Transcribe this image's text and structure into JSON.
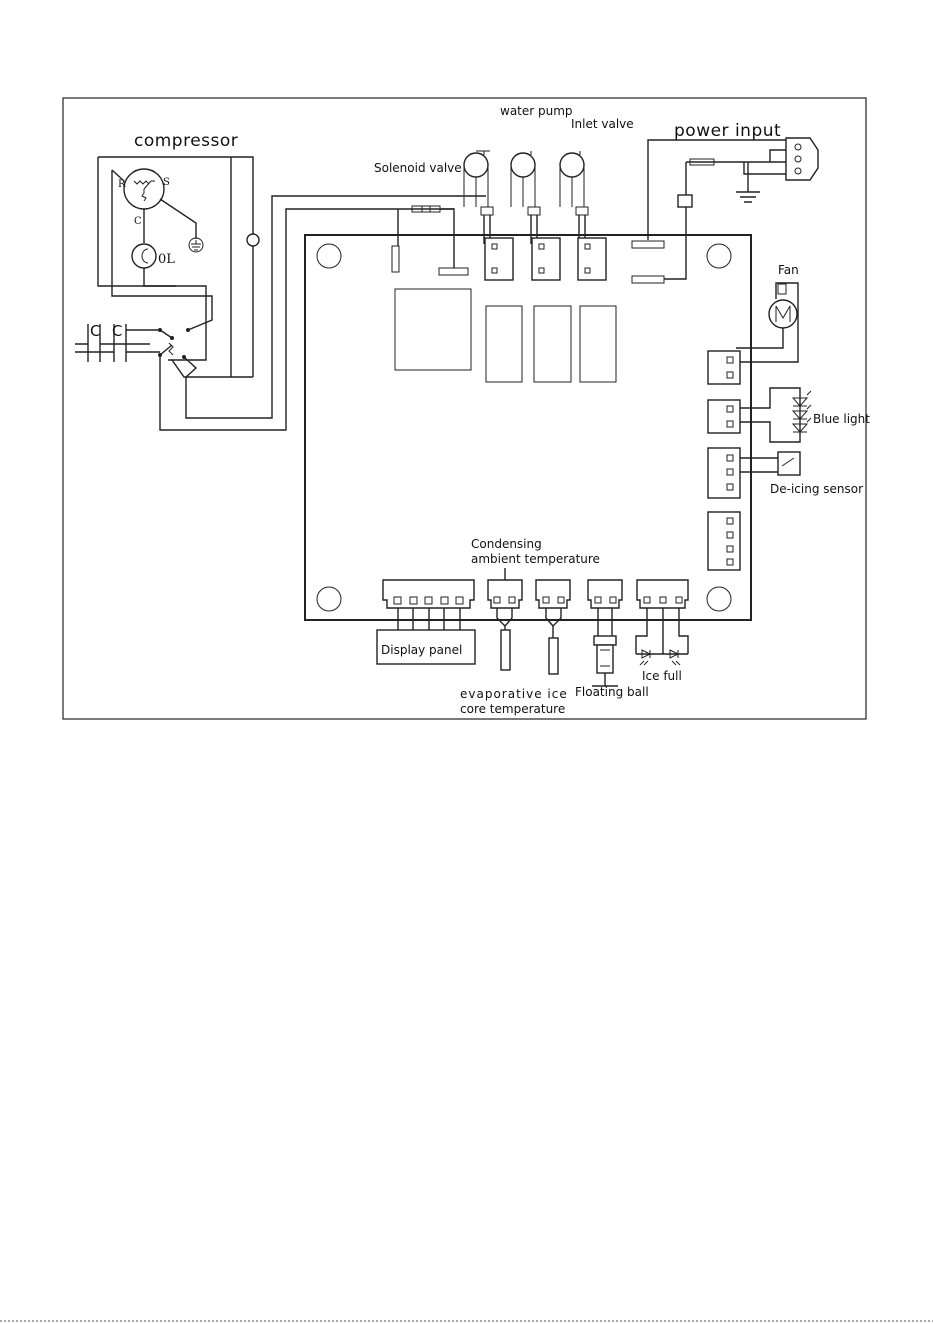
{
  "labels": {
    "compressor": "compressor",
    "water_pump": "water pump",
    "inlet_valve": "Inlet valve",
    "solenoid_valve": "Solenoid valve",
    "power_input": "power input",
    "fan": "Fan",
    "blue_light": "Blue light",
    "de_icing_sensor": "De-icing sensor",
    "condensing_line1": "Condensing",
    "condensing_line2": "ambient temperature",
    "display_panel": "Display panel",
    "evaporative_line1": "evaporative  ice",
    "evaporative_line2": "core temperature",
    "floating_ball": "Floating ball",
    "ice_full": "Ice full",
    "r": "R",
    "s": "S",
    "c_small": "C",
    "ol": "0L",
    "cap1": "C",
    "cap2": "C",
    "motor_m": "M"
  }
}
